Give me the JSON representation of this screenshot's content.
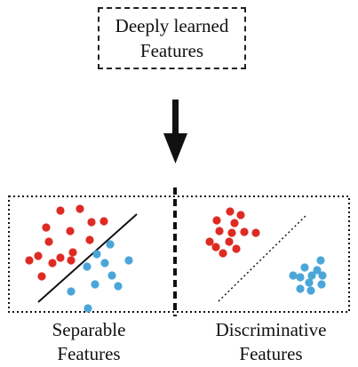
{
  "top_box": {
    "line1": "Deeply learned",
    "line2": "Features"
  },
  "left_panel": {
    "line1": "Separable",
    "line2": "Features"
  },
  "right_panel": {
    "line1": "Discriminative",
    "line2": "Features"
  },
  "colors": {
    "class_a": "#dd2b24",
    "class_b": "#4aa6d8",
    "stroke": "#111111"
  },
  "icons": {
    "arrow": "arrow-down-icon"
  }
}
